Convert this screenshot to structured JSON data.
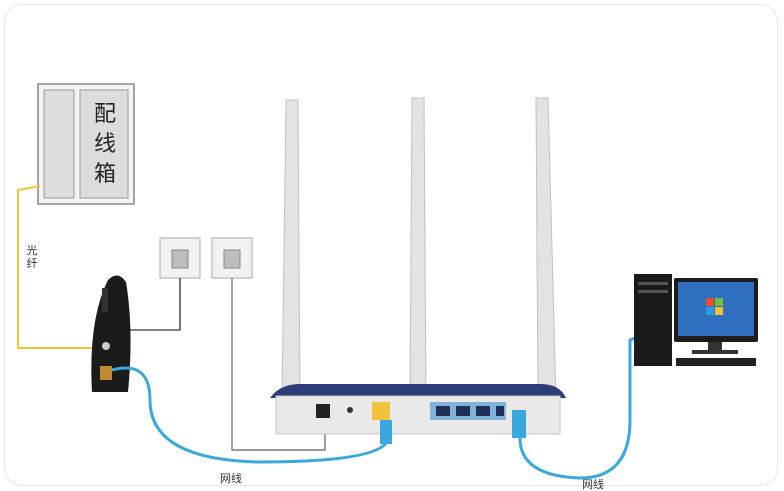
{
  "labels": {
    "distribution_box": "配线箱",
    "fiber": "光纤",
    "cable_left": "网线",
    "cable_right": "网线"
  },
  "colors": {
    "fiber": "#f2c33a",
    "ethernet": "#3aa7de",
    "phone_line": "#555555",
    "router_front": "#2c3e75",
    "lan_ports": "#7fb3d9"
  }
}
